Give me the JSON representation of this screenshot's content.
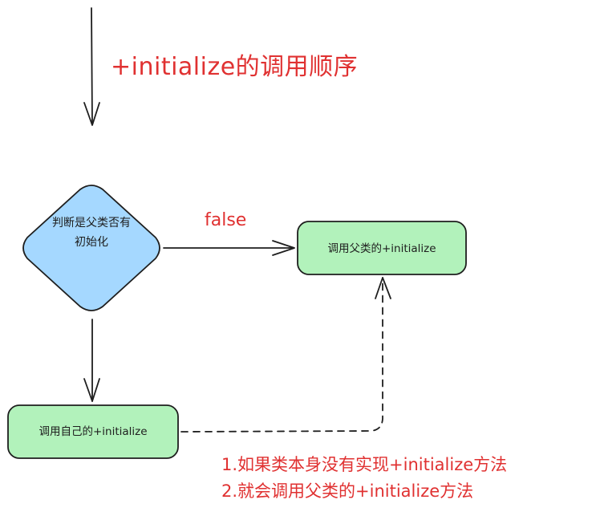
{
  "title": "+initialize的调用顺序",
  "decision": {
    "text": "判断是父类否有初始化"
  },
  "edge_false_label": "false",
  "box_parent": {
    "text": "调用父类的+initialize"
  },
  "box_self": {
    "text": "调用自己的+initialize"
  },
  "notes": [
    "1.如果类本身没有实现+initialize方法",
    "2.就会调用父类的+initialize方法"
  ],
  "colors": {
    "annotation": "#e03131",
    "decision_fill": "#a5d8ff",
    "box_fill": "#b2f2bb",
    "stroke": "#1e1e1e"
  }
}
